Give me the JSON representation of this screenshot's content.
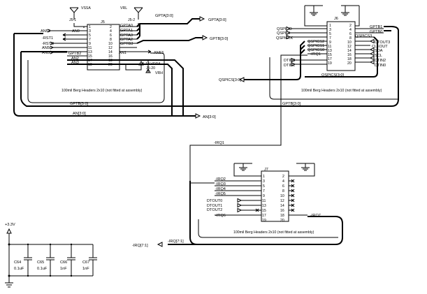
{
  "j5": {
    "ref": "J5",
    "desc": "100mil Berg Headers 2x10 (not fitted at assembly)",
    "power": {
      "vssa": "VSSA",
      "vrl": "VRL",
      "j5_1": "J5-1",
      "j5_2": "J5-2",
      "vdda": "J5-18 VDDA",
      "vrh": "VRH",
      "j5_20": "J5-20"
    },
    "left": [
      "AN52",
      "AN0",
      "-RST1",
      "-RSTO",
      "AN56",
      "AN55"
    ],
    "right": [
      "GPTA0",
      "GPTA1",
      "GPTA3",
      "GPTA2",
      "GPTB3",
      "AN1",
      "AN53"
    ],
    "inner_left": [
      "GPTB2",
      "AN2",
      "AN3"
    ],
    "pins_l": [
      "1",
      "3",
      "5",
      "7",
      "9",
      "11",
      "13",
      "15",
      "17",
      "19"
    ],
    "pins_r": [
      "2",
      "4",
      "6",
      "8",
      "10",
      "12",
      "14",
      "16",
      "18",
      "20"
    ]
  },
  "j6": {
    "ref": "J6",
    "desc": "100mil Berg Headers 2x10 (not fitted at assembly)",
    "left": [
      "QSPIDO",
      "QSPIDI",
      "QSPICLK",
      "QSPICS2",
      "QSPICS1",
      "QSPICS0",
      "-IRQ1",
      "DTIN3",
      "DTIN1"
    ],
    "right": [
      "GPTB1",
      "GPTB0",
      "QSPICS3",
      "DTOUT3",
      "CLKOUT",
      "SDA",
      "SCL",
      "DTIN2",
      "DTIN0"
    ],
    "pins_l": [
      "1",
      "3",
      "5",
      "7",
      "9",
      "11",
      "13",
      "15",
      "17",
      "19"
    ],
    "pins_r": [
      "2",
      "4",
      "6",
      "8",
      "10",
      "12",
      "14",
      "16",
      "18",
      "20"
    ]
  },
  "j7": {
    "ref": "J7",
    "desc": "100mil Berg Headers 2x10 (not fitted at assembly)",
    "left": [
      "-IRQ2",
      "-IRQ3",
      "-IRQ4",
      "-IRQ5",
      "DTOUT0",
      "DTOUT1",
      "DTOUT2",
      "-IRQ6"
    ],
    "right": [
      "-IRQ7"
    ],
    "pins_l": [
      "1",
      "3",
      "5",
      "7",
      "9",
      "11",
      "13",
      "15",
      "17",
      "19"
    ],
    "pins_r": [
      "2",
      "4",
      "6",
      "8",
      "10",
      "12",
      "14",
      "16",
      "18",
      "20"
    ]
  },
  "nets": {
    "gpta_bus": "GPTA[3:0]",
    "gptb_bus": "GPTB[3:0]",
    "an_bus": "AN[3:0]",
    "qspics_bus": "QSPICS[3:0]",
    "irq1": "-IRQ1",
    "irq_bus": "-IRQ[7:1]",
    "irq_bus_off": "-IRQ[7:1]"
  },
  "caps": {
    "rail": "+3.3V",
    "items": [
      {
        "ref": "C64",
        "value": "0.1uF"
      },
      {
        "ref": "C65",
        "value": "0.1uF"
      },
      {
        "ref": "C66",
        "value": "1nF"
      },
      {
        "ref": "C67",
        "value": "1nF"
      }
    ]
  }
}
